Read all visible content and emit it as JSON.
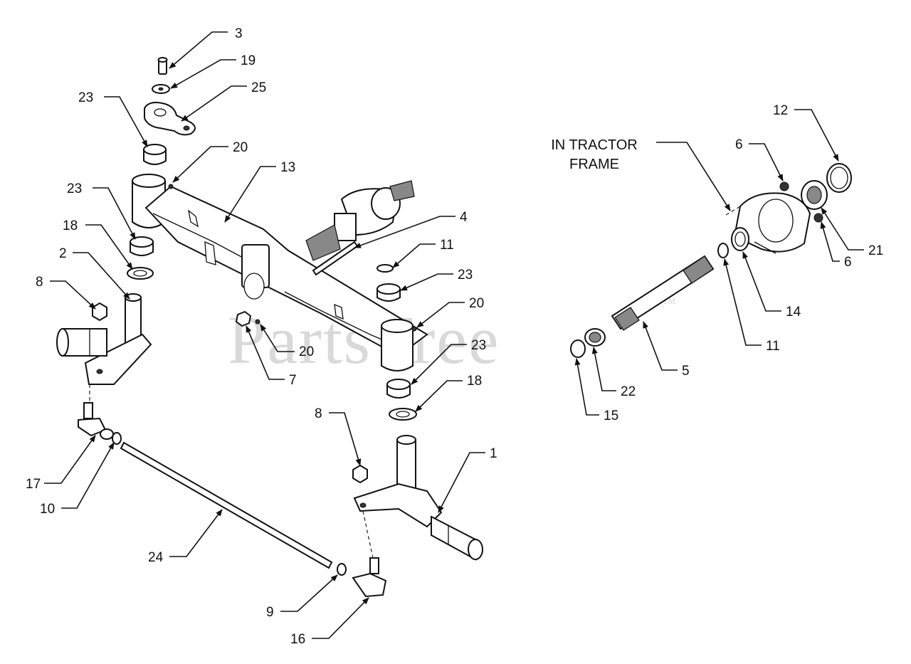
{
  "watermark": {
    "text": "PartsTree",
    "mark": "™"
  },
  "frame_note": {
    "line1": "IN TRACTOR",
    "line2": "FRAME"
  },
  "callouts": [
    {
      "id": "c3",
      "label": "3"
    },
    {
      "id": "c19",
      "label": "19"
    },
    {
      "id": "c25",
      "label": "25"
    },
    {
      "id": "c23a",
      "label": "23"
    },
    {
      "id": "c20a",
      "label": "20"
    },
    {
      "id": "c13",
      "label": "13"
    },
    {
      "id": "c23b",
      "label": "23"
    },
    {
      "id": "c18a",
      "label": "18"
    },
    {
      "id": "c2",
      "label": "2"
    },
    {
      "id": "c8a",
      "label": "8"
    },
    {
      "id": "c4",
      "label": "4"
    },
    {
      "id": "c11a",
      "label": "11"
    },
    {
      "id": "c23c",
      "label": "23"
    },
    {
      "id": "c20b",
      "label": "20"
    },
    {
      "id": "c20c",
      "label": "20"
    },
    {
      "id": "c7",
      "label": "7"
    },
    {
      "id": "c23d",
      "label": "23"
    },
    {
      "id": "c18b",
      "label": "18"
    },
    {
      "id": "c8b",
      "label": "8"
    },
    {
      "id": "c1",
      "label": "1"
    },
    {
      "id": "c17",
      "label": "17"
    },
    {
      "id": "c10",
      "label": "10"
    },
    {
      "id": "c24",
      "label": "24"
    },
    {
      "id": "c9",
      "label": "9"
    },
    {
      "id": "c16",
      "label": "16"
    },
    {
      "id": "c12",
      "label": "12"
    },
    {
      "id": "c6a",
      "label": "6"
    },
    {
      "id": "c21",
      "label": "21"
    },
    {
      "id": "c6b",
      "label": "6"
    },
    {
      "id": "c14",
      "label": "14"
    },
    {
      "id": "c11b",
      "label": "11"
    },
    {
      "id": "c5",
      "label": "5"
    },
    {
      "id": "c22",
      "label": "22"
    },
    {
      "id": "c15",
      "label": "15"
    }
  ]
}
